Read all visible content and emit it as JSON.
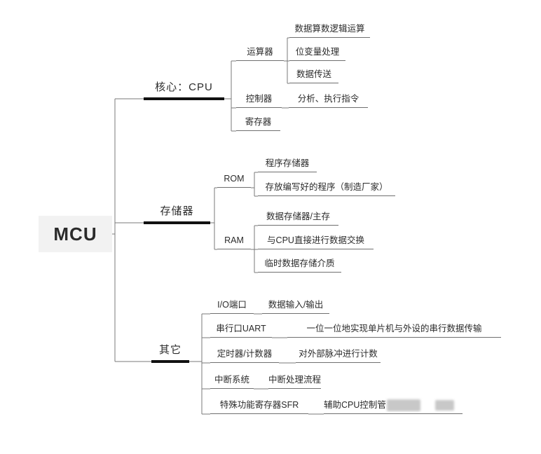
{
  "root": {
    "label": "MCU"
  },
  "branches": {
    "cpu": {
      "label": "核心：CPU",
      "alu": {
        "label": "运算器",
        "children": [
          "数据算数逻辑运算",
          "位变量处理",
          "数据传送"
        ]
      },
      "controller": {
        "label": "控制器",
        "desc": "分析、执行指令"
      },
      "register": {
        "label": "寄存器"
      }
    },
    "memory": {
      "label": "存储器",
      "rom": {
        "label": "ROM",
        "children": [
          "程序存储器",
          "存放编写好的程序（制造厂家）"
        ]
      },
      "ram": {
        "label": "RAM",
        "children": [
          "数据存储器/主存",
          "与CPU直接进行数据交换",
          "临时数据存储介质"
        ]
      }
    },
    "other": {
      "label": "其它",
      "rows": [
        {
          "label": "I/O端口",
          "desc": "数据输入/输出"
        },
        {
          "label": "串行口UART",
          "desc": "一位一位地实现单片机与外设的串行数据传输"
        },
        {
          "label": "定时器/计数器",
          "desc": "对外部脉冲进行计数"
        },
        {
          "label": "中断系统",
          "desc": "中断处理流程"
        },
        {
          "label": "特殊功能寄存器SFR",
          "desc": "辅助CPU控制管"
        }
      ]
    }
  },
  "colors": {
    "line": "#7a7a7a",
    "branch_bar": "#111111",
    "text": "#2b2b2b",
    "root_bg": "#f2f2f2",
    "redaction": "#c8c8c8"
  }
}
